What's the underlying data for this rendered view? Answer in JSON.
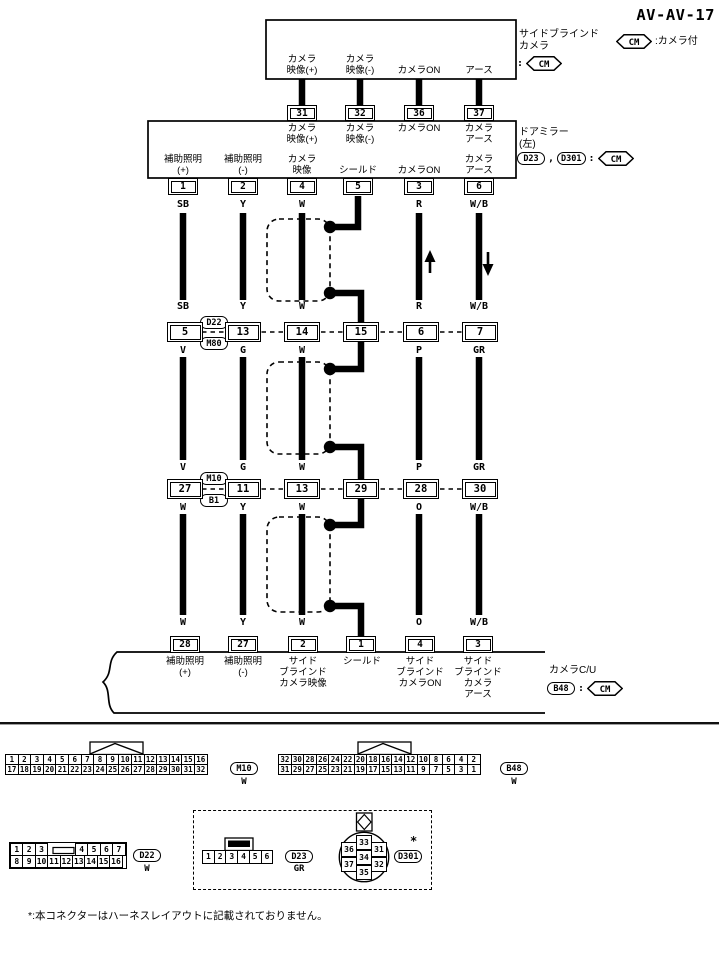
{
  "title": "AV-AV-17",
  "legend": {
    "cm": "CM",
    "desc": ":カメラ付"
  },
  "top_unit": {
    "name1": "サイドブラインド",
    "name2": "カメラ",
    "colon": ":",
    "cm": "CM",
    "labels": [
      [
        "カメラ",
        "映像(+)"
      ],
      [
        "カメラ",
        "映像(-)"
      ],
      [
        "カメラON"
      ],
      [
        "アース"
      ]
    ],
    "pins": [
      "31",
      "32",
      "36",
      "37"
    ]
  },
  "mirror": {
    "name1": "ドアミラー",
    "name2": "(左)",
    "conn1": "D23",
    "comma": ",",
    "conn2": "D301",
    "colon": ":",
    "cm": "CM",
    "top_labels": [
      [
        "カメラ",
        "映像(+)"
      ],
      [
        "カメラ",
        "映像(-)"
      ],
      [
        "カメラON"
      ],
      [
        "カメラ",
        "アース"
      ]
    ],
    "bottom_labels": [
      [
        "補助照明",
        "(+)"
      ],
      [
        "補助照明",
        "(-)"
      ],
      [
        "カメラ",
        "映像"
      ],
      [
        "シールド"
      ],
      [
        "カメラON"
      ],
      [
        "カメラ",
        "アース"
      ]
    ],
    "pins": [
      "1",
      "2",
      "4",
      "5",
      "3",
      "6"
    ]
  },
  "colors": {
    "mirror_out": [
      "SB",
      "Y",
      "W",
      "R",
      "W/B"
    ],
    "row1_in": [
      "SB",
      "Y",
      "W",
      "R",
      "W/B"
    ],
    "row1_out": [
      "V",
      "G",
      "W",
      "P",
      "GR"
    ],
    "row2_in": [
      "V",
      "G",
      "W",
      "P",
      "GR"
    ],
    "row2_out": [
      "W",
      "Y",
      "W",
      "O",
      "W/B"
    ],
    "cu_in": [
      "W",
      "Y",
      "W",
      "O",
      "W/B"
    ]
  },
  "row1": {
    "pins": [
      "5",
      "13",
      "14",
      "15",
      "6",
      "7"
    ],
    "tag_top": "D22",
    "tag_bottom": "M80"
  },
  "row2": {
    "pins": [
      "27",
      "11",
      "13",
      "29",
      "28",
      "30"
    ],
    "tag_top": "M10",
    "tag_bottom": "B1"
  },
  "cu": {
    "pins": [
      "28",
      "27",
      "2",
      "1",
      "4",
      "3"
    ],
    "labels": [
      [
        "補助照明",
        "(+)"
      ],
      [
        "補助照明",
        "(-)"
      ],
      [
        "サイド",
        "ブラインド",
        "カメラ映像"
      ],
      [
        "シールド"
      ],
      [
        "サイド",
        "ブラインド",
        "カメラON"
      ],
      [
        "サイド",
        "ブラインド",
        "カメラ",
        "アース"
      ]
    ],
    "name": "カメラC/U",
    "conn": "B48",
    "colon": ":",
    "cm": "CM"
  },
  "conn_m10": {
    "label": "M10",
    "color": "W",
    "row1": [
      "1",
      "2",
      "3",
      "4",
      "5",
      "6",
      "7",
      "8",
      "9",
      "10",
      "11",
      "12",
      "13",
      "14",
      "15",
      "16"
    ],
    "row2": [
      "17",
      "18",
      "19",
      "20",
      "21",
      "22",
      "23",
      "24",
      "25",
      "26",
      "27",
      "28",
      "29",
      "30",
      "31",
      "32"
    ]
  },
  "conn_b48": {
    "label": "B48",
    "color": "W",
    "row1": [
      "32",
      "30",
      "28",
      "26",
      "24",
      "22",
      "20",
      "18",
      "16",
      "14",
      "12",
      "10",
      "8",
      "6",
      "4",
      "2"
    ],
    "row2": [
      "31",
      "29",
      "27",
      "25",
      "23",
      "21",
      "19",
      "17",
      "15",
      "13",
      "11",
      "9",
      "7",
      "5",
      "3",
      "1"
    ]
  },
  "conn_d22": {
    "label": "D22",
    "color": "W",
    "row1a": [
      "1",
      "2",
      "3"
    ],
    "row1b": [
      "4",
      "5",
      "6",
      "7"
    ],
    "row2": [
      "8",
      "9",
      "10",
      "11",
      "12",
      "13",
      "14",
      "15",
      "16"
    ]
  },
  "conn_d23": {
    "label": "D23",
    "color": "GR",
    "cells": [
      "1",
      "2",
      "3",
      "4",
      "5",
      "6"
    ]
  },
  "conn_d301": {
    "label": "D301",
    "star": "*",
    "center": [
      "33",
      "34",
      "35"
    ],
    "left": [
      "36",
      "37"
    ],
    "right": [
      "31",
      "32"
    ]
  },
  "footnote": "*:本コネクターはハーネスレイアウトに記載されておりません。"
}
